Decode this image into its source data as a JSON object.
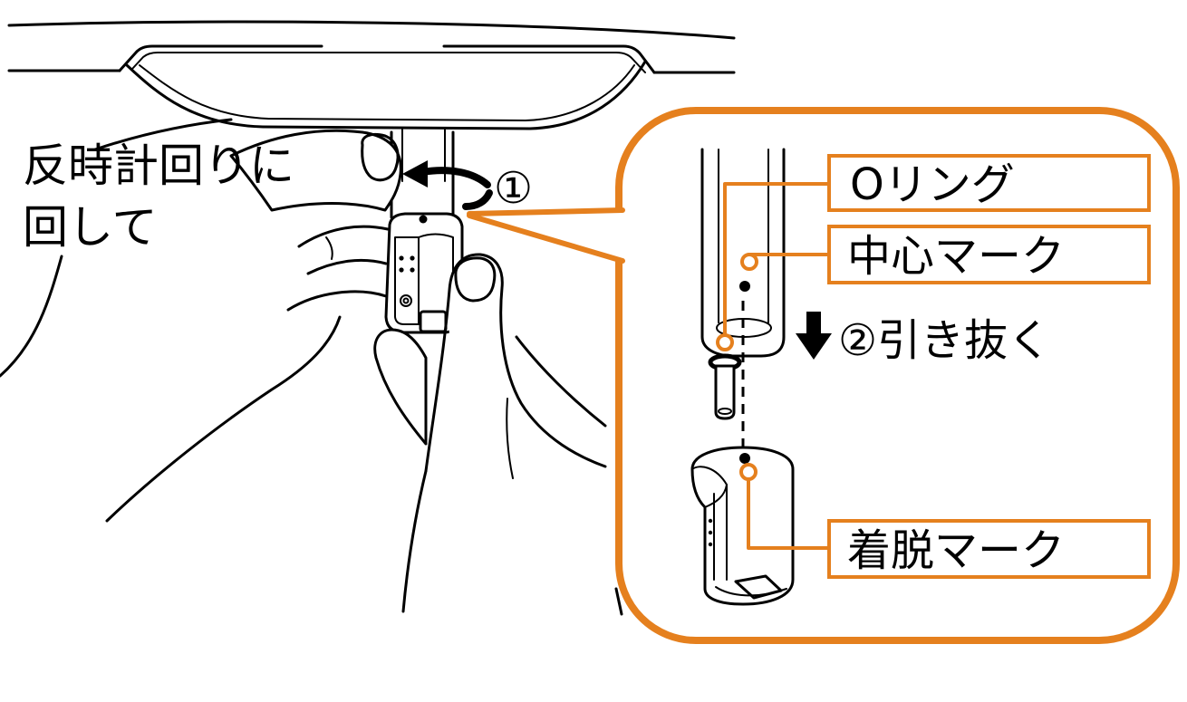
{
  "instruction": {
    "line1": "反時計回りに",
    "line2": "回して"
  },
  "step1": {
    "label": "①"
  },
  "callout": {
    "o_ring": "Oリング",
    "center_mark": "中心マーク",
    "step2": "②引き抜く",
    "attach_mark": "着脱マーク"
  },
  "colors": {
    "accent": "#E5801E",
    "line": "#000000"
  }
}
